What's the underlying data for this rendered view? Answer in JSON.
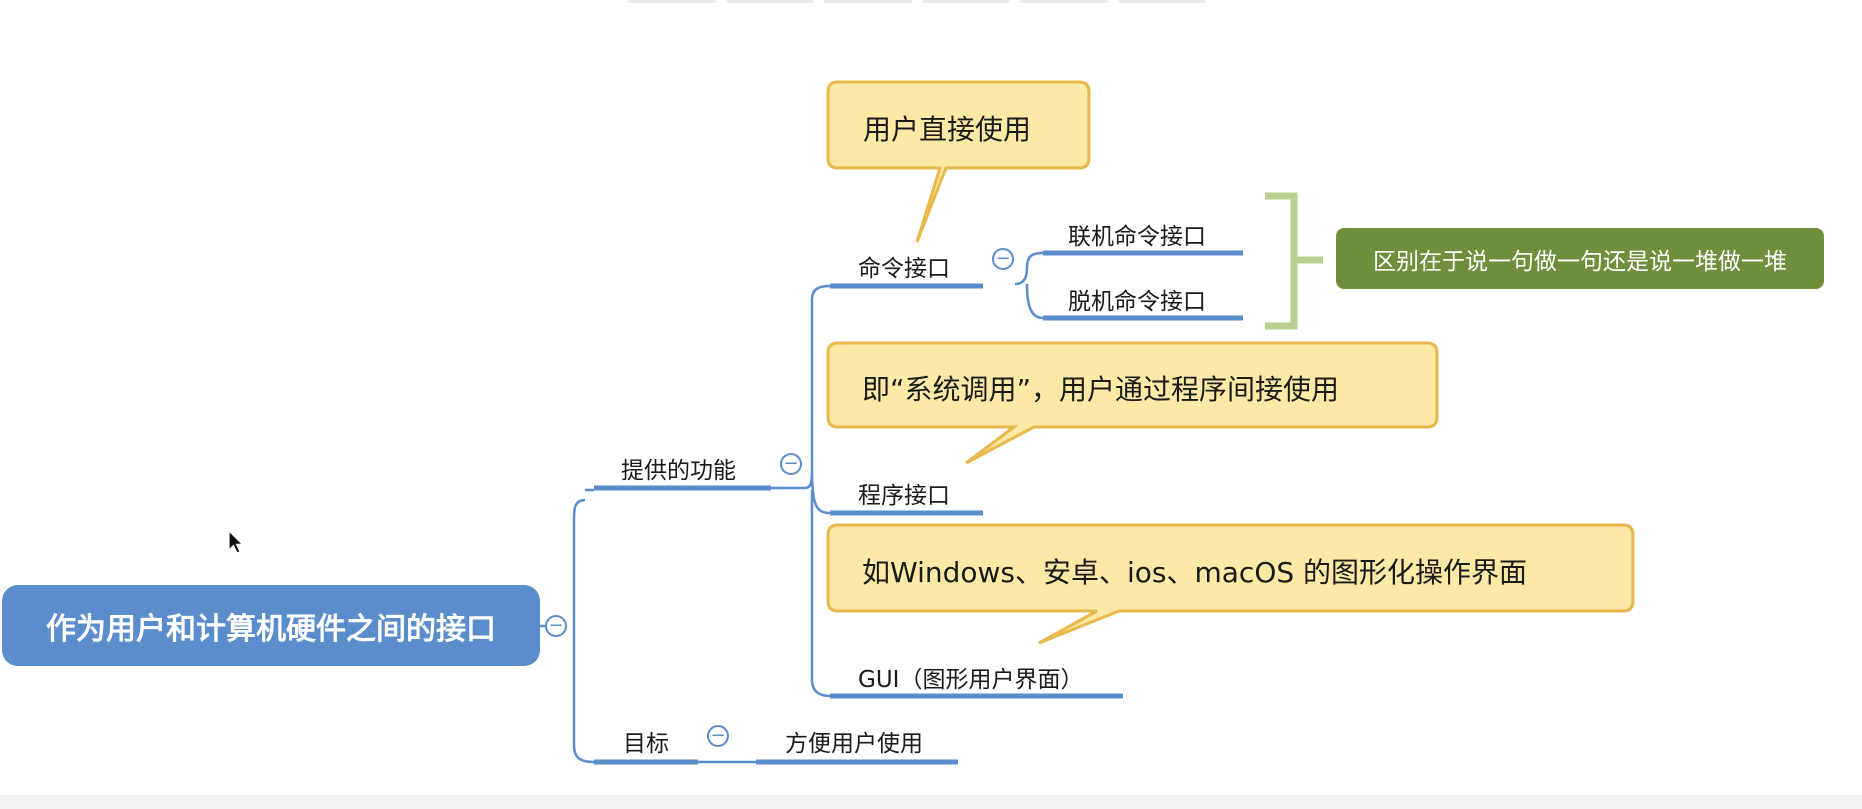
{
  "root": {
    "label": "作为用户和计算机硬件之间的接口"
  },
  "branches": {
    "functions": {
      "label": "提供的功能"
    },
    "goal": {
      "label": "目标",
      "child": "方便用户使用"
    }
  },
  "interfaces": {
    "command": {
      "label": "命令接口",
      "children": [
        "联机命令接口",
        "脱机命令接口"
      ],
      "callout": "用户直接使用",
      "note": "区别在于说一句做一句还是说一堆做一堆"
    },
    "program": {
      "label": "程序接口",
      "callout": "即“系统调用”，用户通过程序间接使用"
    },
    "gui": {
      "label": "GUI（图形用户界面）",
      "callout": "如Windows、安卓、ios、macOS 的图形化操作界面"
    }
  },
  "colors": {
    "root_fill": "#5b8ccc",
    "line": "#5b8ccc",
    "callout_fill": "#fbe9a5",
    "callout_border": "#e8b84a",
    "bracket": "#b7d08f",
    "note_fill": "#6f8f3c"
  },
  "icons": {
    "collapse": "collapse-icon",
    "cursor": "mouse-cursor-icon"
  }
}
